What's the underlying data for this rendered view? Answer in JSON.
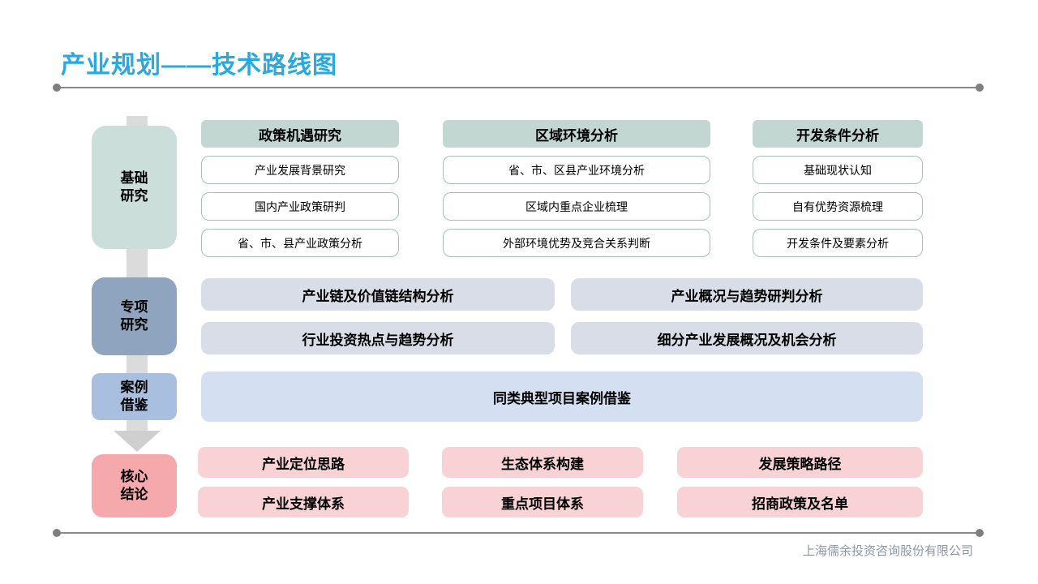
{
  "title": "产业规划——技术路线图",
  "stages": [
    {
      "name": "basic-research",
      "lines": [
        "基础",
        "研究"
      ],
      "color": "#CBDEDA"
    },
    {
      "name": "special-research",
      "lines": [
        "专项",
        "研究"
      ],
      "color": "#8FA4BE"
    },
    {
      "name": "case-reference",
      "lines": [
        "案例",
        "借鉴"
      ],
      "color": "#A9BFE0"
    },
    {
      "name": "core-conclusions",
      "lines": [
        "核心",
        "结论"
      ],
      "color": "#F5A9AC"
    }
  ],
  "basic_research": {
    "columns": [
      {
        "header": "政策机遇研究",
        "items": [
          "产业发展背景研究",
          "国内产业政策研判",
          "省、市、县产业政策分析"
        ]
      },
      {
        "header": "区域环境分析",
        "items": [
          "省、市、区县产业环境分析",
          "区域内重点企业梳理",
          "外部环境优势及竞合关系判断"
        ]
      },
      {
        "header": "开发条件分析",
        "items": [
          "基础现状认知",
          "自有优势资源梳理",
          "开发条件及要素分析"
        ]
      }
    ]
  },
  "special_research": {
    "columns": [
      {
        "items": [
          "产业链及价值链结构分析",
          "行业投资热点与趋势分析"
        ]
      },
      {
        "items": [
          "产业概况与趋势研判分析",
          "细分产业发展概况及机会分析"
        ]
      }
    ]
  },
  "case_reference": {
    "item": "同类典型项目案例借鉴"
  },
  "core_conclusions": {
    "rows": [
      [
        "产业定位思路",
        "生态体系构建",
        "发展策略路径"
      ],
      [
        "产业支撑体系",
        "重点项目体系",
        "招商政策及名单"
      ]
    ]
  },
  "footer": {
    "company": "上海儒余投资咨询股份有限公司"
  },
  "colors": {
    "title": "#29A9E0",
    "stage_basic": "#CBDEDA",
    "stage_special": "#8FA4BE",
    "stage_case": "#A9BFE0",
    "stage_core": "#F5A9AC",
    "header_box": "#C3D7D2",
    "item_border": "#A3C0BA",
    "special_box": "#D8DDE7",
    "case_box": "#D5DFF2",
    "core_box": "#F8D2D4",
    "arrow": "#DBDBDB",
    "divider": "#7F7F7F",
    "footer_text": "#8A96A8"
  }
}
